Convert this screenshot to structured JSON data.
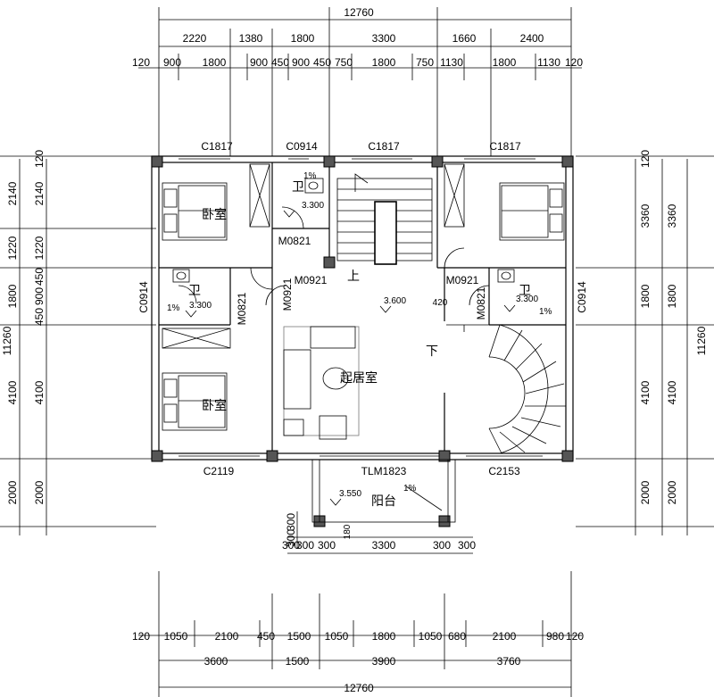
{
  "dimensions": {
    "top_total": "12760",
    "top_row1": [
      "2220",
      "1380",
      "1800",
      "3300",
      "1660",
      "2400"
    ],
    "top_row2": [
      "120",
      "900",
      "1800",
      "900",
      "450",
      "900",
      "450",
      "750",
      "1800",
      "750",
      "1130",
      "1800",
      "1130",
      "120"
    ],
    "bottom_row1": [
      "120",
      "1050",
      "2100",
      "450",
      "1500",
      "1050",
      "1800",
      "1050",
      "680",
      "2100",
      "980",
      "120"
    ],
    "bottom_row2": [
      "3600",
      "1500",
      "3900",
      "3760"
    ],
    "bottom_total": "12760",
    "left_outer": [
      "2140",
      "1220",
      "1800",
      "4100",
      "2000"
    ],
    "left_inner": [
      "120",
      "2140",
      "1220",
      "450",
      "900",
      "450",
      "4100",
      "2000"
    ],
    "left_total": "11260",
    "right_inner": [
      "120",
      "3360",
      "1800",
      "4100",
      "2000"
    ],
    "right_outer": [
      "3360",
      "1800",
      "4100",
      "2000"
    ],
    "right_total": "11260",
    "balcony": [
      "300",
      "300",
      "300",
      "3300",
      "300",
      "300"
    ],
    "balcony_side": [
      "300",
      "300"
    ],
    "misc_small": [
      "420",
      "180"
    ]
  },
  "openings": {
    "C1817_a": "C1817",
    "C0914_top": "C0914",
    "C1817_b": "C1817",
    "C1817_c": "C1817",
    "M0821_a": "M0821",
    "M0921_a": "M0921",
    "M0921_b": "M0921",
    "M0921_c": "M0921",
    "M0821_b": "M0821",
    "M0821_c": "M0821",
    "C0914_left": "C0914",
    "C0914_right": "C0914",
    "C2119": "C2119",
    "TLM1823": "TLM1823",
    "C2153": "C2153"
  },
  "rooms": {
    "bedroom_top": "卧室",
    "bedroom_bottom": "卧室",
    "living": "起居室",
    "balcony": "阳台",
    "wc_top": "卫",
    "wc_left": "卫",
    "wc_right": "卫"
  },
  "levels": {
    "wc_top": "3.300",
    "wc_left": "3.300",
    "wc_right": "3.300",
    "hall": "3.600",
    "balcony": "3.550"
  },
  "slopes": {
    "wc_top": "1%",
    "wc_left": "1%",
    "wc_right": "1%",
    "balcony": "1%"
  },
  "stairs": {
    "up": "上",
    "down": "下"
  }
}
